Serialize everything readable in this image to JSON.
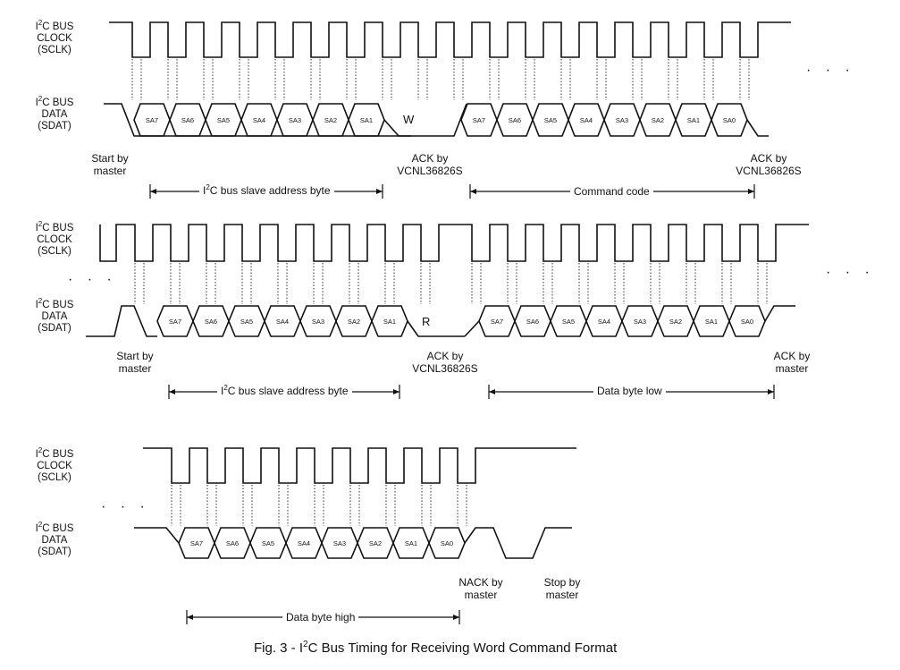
{
  "signal_labels": {
    "clock": [
      "I",
      "2",
      "C BUS",
      "CLOCK",
      "(SCLK)"
    ],
    "data": [
      "I",
      "2",
      "C BUS",
      "DATA",
      "(SDAT)"
    ]
  },
  "bits": [
    "SA7",
    "SA6",
    "SA5",
    "SA4",
    "SA3",
    "SA2",
    "SA1",
    "SA0"
  ],
  "rw_write": "W",
  "rw_read": "R",
  "ellipsis": "· · ·",
  "row1": {
    "start": [
      "Start by",
      "master"
    ],
    "ack1": [
      "ACK by",
      "VCNL36826S"
    ],
    "ack2": [
      "ACK by",
      "VCNL36826S"
    ],
    "span1_pre": "I",
    "span1_sup": "2",
    "span1_post": "C bus slave address byte",
    "span2": "Command code"
  },
  "row2": {
    "start": [
      "Start by",
      "master"
    ],
    "ack1": [
      "ACK by",
      "VCNL36826S"
    ],
    "ack2": [
      "ACK by",
      "master"
    ],
    "span1_pre": "I",
    "span1_sup": "2",
    "span1_post": "C bus slave address byte",
    "span2": "Data byte low"
  },
  "row3": {
    "nack": [
      "NACK by",
      "master"
    ],
    "stop": [
      "Stop by",
      "master"
    ],
    "span1": "Data byte high"
  },
  "caption": {
    "pre": "Fig. 3 - I",
    "sup": "2",
    "post": "C Bus Timing for Receiving Word Command Format"
  }
}
